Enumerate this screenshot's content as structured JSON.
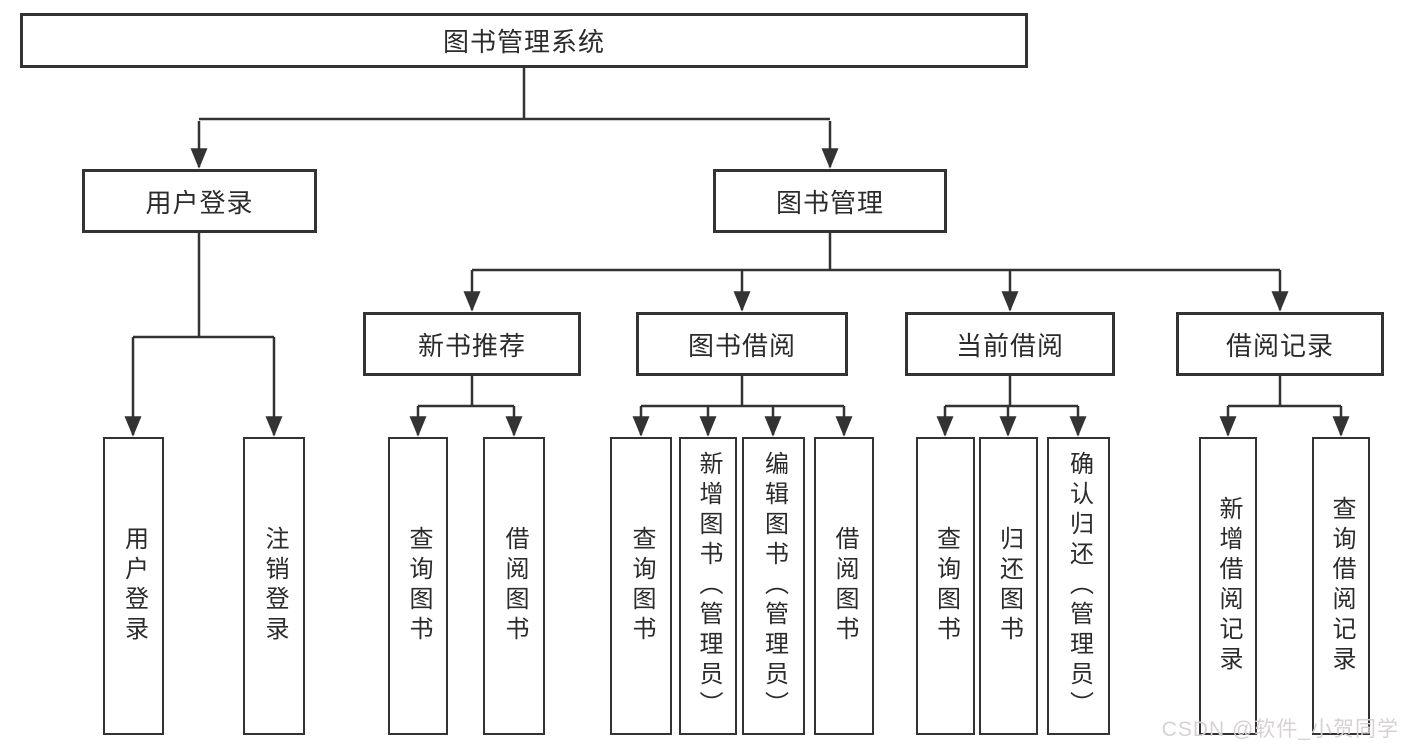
{
  "colors": {
    "line": "#333333",
    "box_border": "#333333",
    "box_background": "#ffffff",
    "text": "#2b2b2b",
    "watermark": "#d6d2d2"
  },
  "watermark": "CSDN @软件_小贺同学",
  "tree": {
    "root": "图书管理系统",
    "branches": [
      {
        "label": "用户登录",
        "children": [
          {
            "label": "用户登录"
          },
          {
            "label": "注销登录"
          }
        ]
      },
      {
        "label": "图书管理",
        "children": [
          {
            "label": "新书推荐",
            "children": [
              {
                "label": "查询图书"
              },
              {
                "label": "借阅图书"
              }
            ]
          },
          {
            "label": "图书借阅",
            "children": [
              {
                "label": "查询图书"
              },
              {
                "label": "新增图书（管理员）"
              },
              {
                "label": "编辑图书（管理员）"
              },
              {
                "label": "借阅图书"
              }
            ]
          },
          {
            "label": "当前借阅",
            "children": [
              {
                "label": "查询图书"
              },
              {
                "label": "归还图书"
              },
              {
                "label": "确认归还（管理员）"
              }
            ]
          },
          {
            "label": "借阅记录",
            "children": [
              {
                "label": "新增借阅记录"
              },
              {
                "label": "查询借阅记录"
              }
            ]
          }
        ]
      }
    ]
  }
}
